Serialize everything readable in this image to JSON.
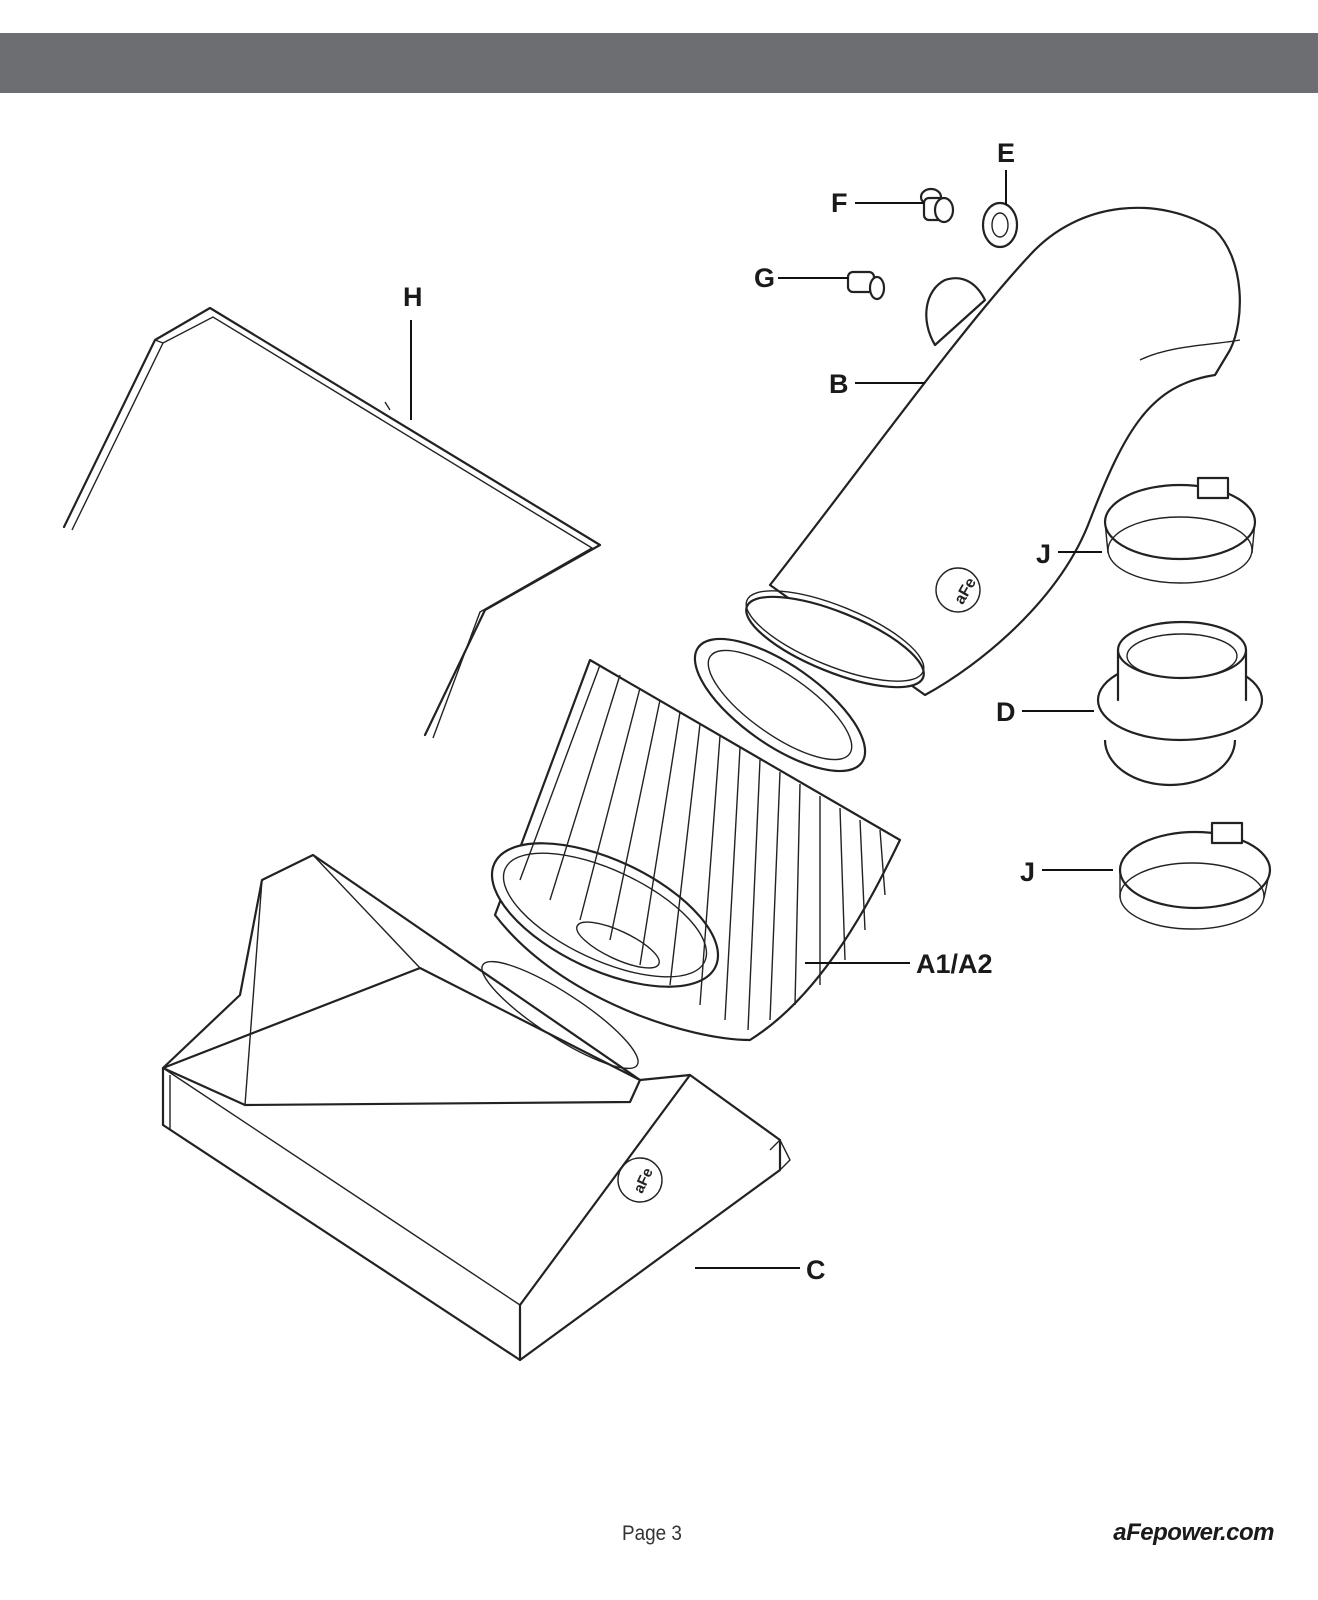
{
  "header": {
    "color": "#6d6e71"
  },
  "callouts": {
    "a": "A1/A2",
    "b": "B",
    "c": "C",
    "d": "D",
    "e": "E",
    "f": "F",
    "g": "G",
    "h": "H",
    "j1": "J",
    "j2": "J"
  },
  "footer": {
    "page": "Page 3",
    "website": "aFepower.com"
  }
}
